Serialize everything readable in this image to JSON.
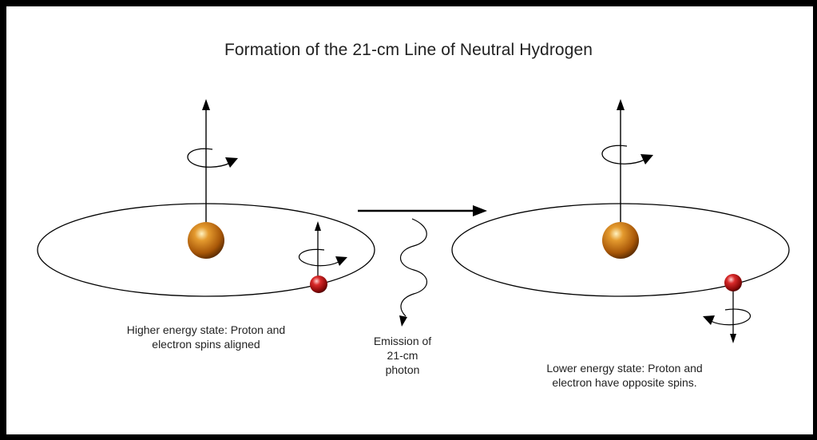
{
  "title": "Formation of the 21-cm Line of Neutral Hydrogen",
  "left_state": {
    "caption_lines": [
      "Higher energy state:  Proton and",
      "electron spins aligned"
    ]
  },
  "right_state": {
    "caption_lines": [
      "Lower energy state:  Proton and",
      "electron have opposite spins."
    ]
  },
  "emission": {
    "caption_lines": [
      "Emission of",
      "21-cm",
      "photon"
    ]
  },
  "colors": {
    "frame": "#000000",
    "line": "#000000",
    "proton": "#b8650c",
    "electron": "#b01515",
    "text": "#222222"
  },
  "icons": {
    "proton": "proton-sphere-icon",
    "electron": "electron-sphere-icon",
    "spin": "spin-arrow-icon",
    "photon": "wavy-photon-icon"
  }
}
